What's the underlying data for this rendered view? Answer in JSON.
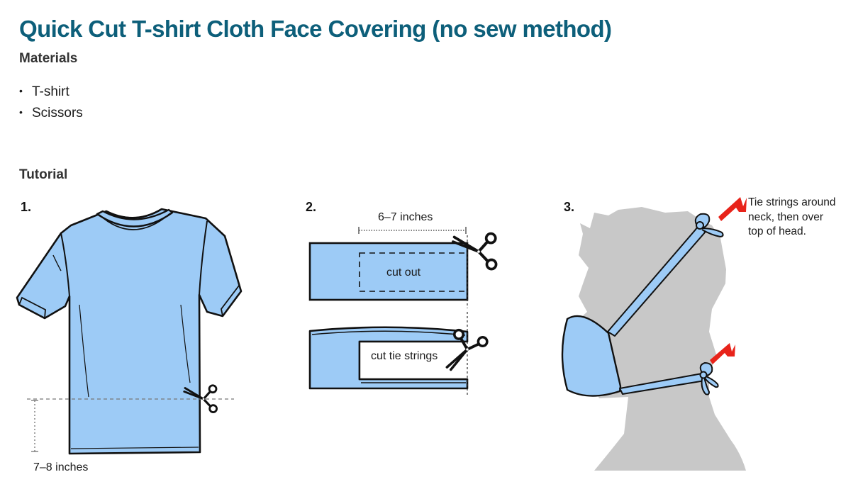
{
  "title": "Quick Cut T-shirt Cloth Face Covering (no sew method)",
  "materials": {
    "heading": "Materials",
    "bullet": "•",
    "items": [
      "T-shirt",
      "Scissors"
    ]
  },
  "tutorial": {
    "heading": "Tutorial",
    "steps": [
      {
        "number": "1.",
        "labels": {
          "length": "7–8 inches"
        }
      },
      {
        "number": "2.",
        "labels": {
          "width": "6–7 inches",
          "cut_out": "cut out",
          "cut_tie_strings": "cut tie strings"
        }
      },
      {
        "number": "3.",
        "labels": {
          "note": "Tie strings around neck, then over top of head."
        }
      }
    ]
  },
  "colors": {
    "title": "#0d5f7a",
    "fabric": "#9dcbf6",
    "outline": "#111111",
    "head": "#c8c8c8",
    "arrow": "#e8231a"
  }
}
